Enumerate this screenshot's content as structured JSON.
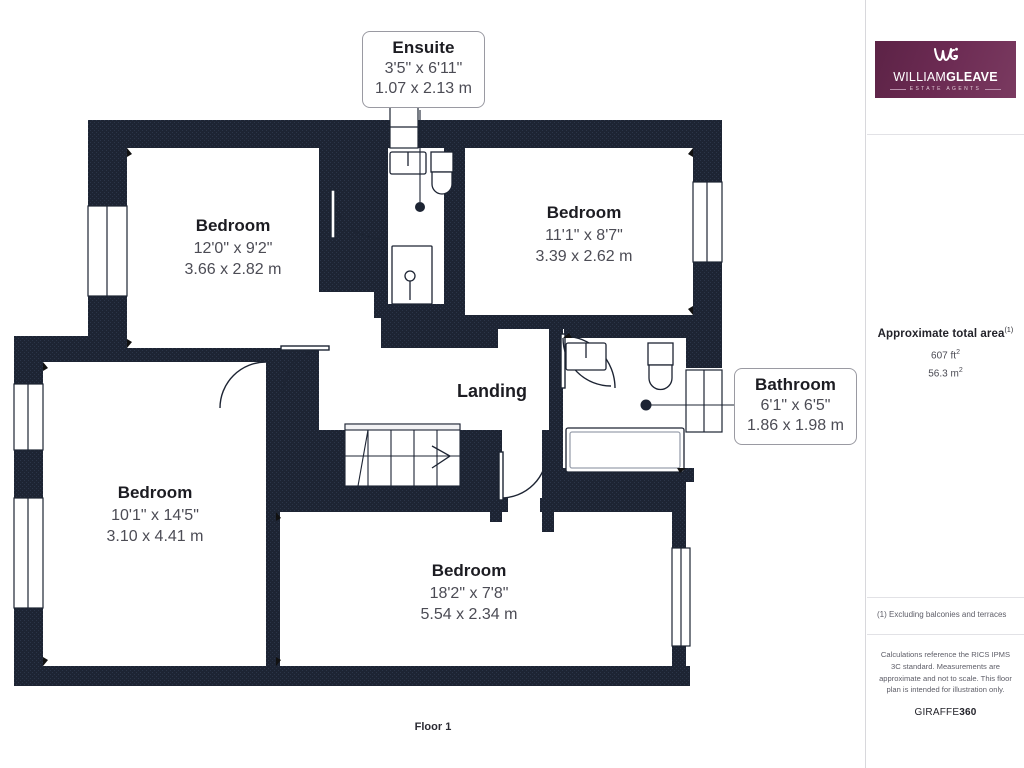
{
  "document": {
    "type": "floor-plan",
    "floor_caption": "Floor 1"
  },
  "rooms": [
    {
      "id": "ensuite",
      "name": "Ensuite",
      "imperial": "3'5\" x 6'11\"",
      "metric": "1.07 x 2.13 m",
      "style": "callout"
    },
    {
      "id": "bedroom-top-left",
      "name": "Bedroom",
      "imperial": "12'0\" x 9'2\"",
      "metric": "3.66 x 2.82 m",
      "style": "plain"
    },
    {
      "id": "bedroom-top-right",
      "name": "Bedroom",
      "imperial": "11'1\" x 8'7\"",
      "metric": "3.39 x 2.62 m",
      "style": "plain"
    },
    {
      "id": "landing",
      "name": "Landing",
      "imperial": "",
      "metric": "",
      "style": "plain"
    },
    {
      "id": "bathroom",
      "name": "Bathroom",
      "imperial": "6'1\" x 6'5\"",
      "metric": "1.86 x 1.98 m",
      "style": "callout"
    },
    {
      "id": "bedroom-bottom-left",
      "name": "Bedroom",
      "imperial": "10'1\" x 14'5\"",
      "metric": "3.10 x 4.41 m",
      "style": "plain"
    },
    {
      "id": "bedroom-bottom-right",
      "name": "Bedroom",
      "imperial": "18'2\" x 7'8\"",
      "metric": "5.54 x 2.34 m",
      "style": "plain"
    }
  ],
  "sidebar": {
    "logo": {
      "word_thin": "WILLIAM",
      "word_bold": "GLEAVE",
      "subtitle": "ESTATE AGENTS",
      "monogram": "WG",
      "background_color": "#6b2a52"
    },
    "area": {
      "title": "Approximate total area",
      "title_footnote": "(1)",
      "imperial": "607 ft",
      "imperial_unit": "2",
      "metric": "56.3 m",
      "metric_unit": "2"
    },
    "note_excluding": "(1) Excluding balconies and terraces",
    "note_disclaimer": "Calculations reference the RICS IPMS 3C standard. Measurements are approximate and not to scale. This floor plan is intended for illustration only.",
    "brand_thin": "GIRAFFE",
    "brand_bold": "360"
  },
  "colors": {
    "wall": "#1d2433",
    "wall_light": "#273044",
    "interior": "#ffffff",
    "page_background": "#ffffff",
    "label_dark": "#1c1c22",
    "label_gray": "#4c4c55",
    "logo_purple": "#6b2a52",
    "divider": "#e2e2e6"
  }
}
